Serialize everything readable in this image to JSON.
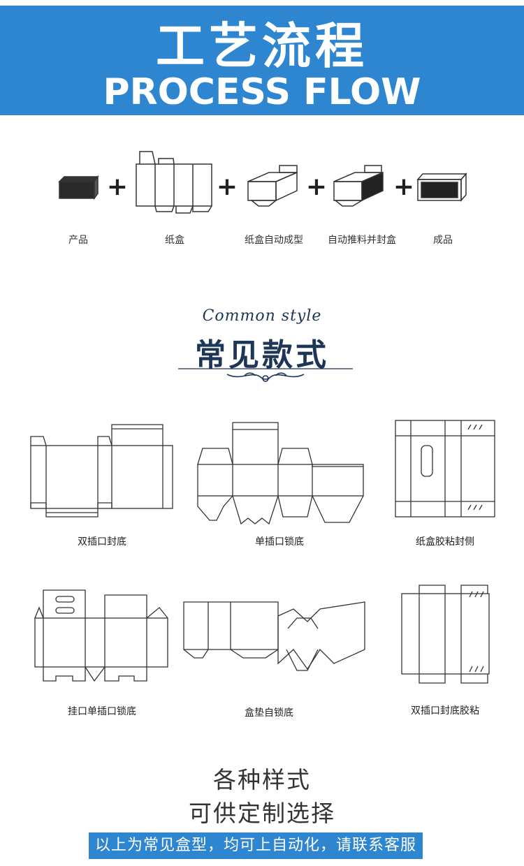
{
  "header": {
    "title_zh": "工艺流程",
    "title_en": "PROCESS FLOW"
  },
  "process_flow": {
    "plus": "+",
    "steps": [
      "产品",
      "纸盒",
      "纸盒自动成型",
      "自动推料并封盒",
      "成品"
    ]
  },
  "common_style": {
    "script": "Common style",
    "title_zh": "常见款式",
    "styles": [
      "双插口封底",
      "单插口锁底",
      "纸盒胶粘封侧",
      "挂口单插口锁底",
      "盒垫自锁底",
      "双插口封底胶粘"
    ]
  },
  "footer": {
    "line1": "各种样式",
    "line2": "可供定制选择",
    "cta": "以上为常见盒型，均可上自动化，请联系客服"
  },
  "colors": {
    "banner": "#2f86d0",
    "navy": "#1d3557"
  }
}
